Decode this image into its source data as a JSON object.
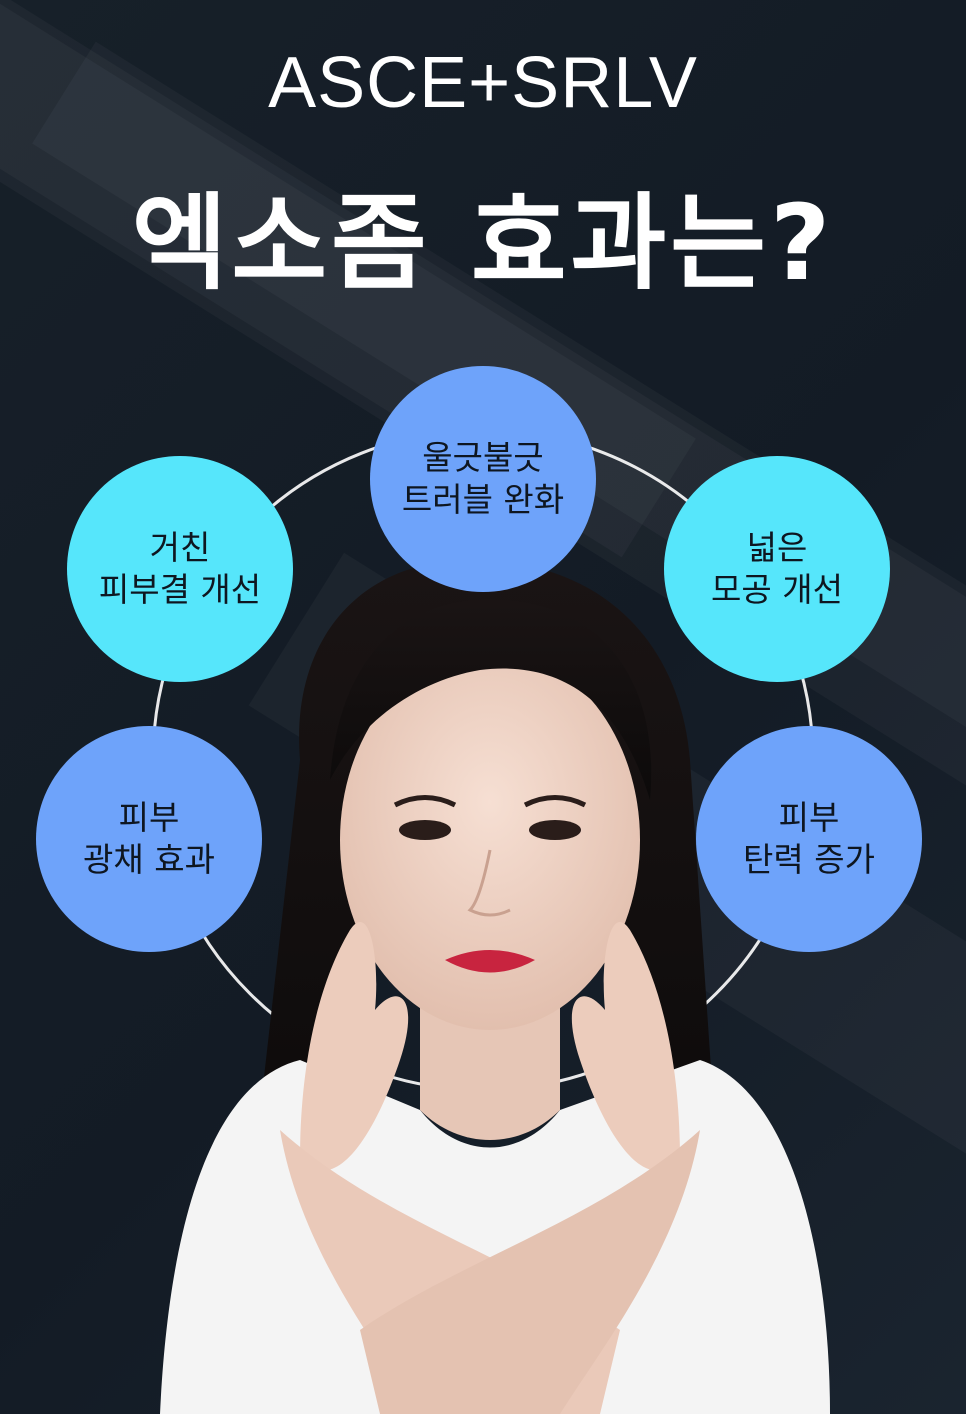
{
  "header": {
    "subtitle": "ASCE+SRLV",
    "title": "엑소좀 효과는?"
  },
  "benefits": [
    {
      "line1": "울긋불긋",
      "line2": "트러블 완화",
      "color": "#6ea3fa"
    },
    {
      "line1": "거친",
      "line2": "피부결 개선",
      "color": "#56e6fb"
    },
    {
      "line1": "넓은",
      "line2": "모공 개선",
      "color": "#56e6fb"
    },
    {
      "line1": "피부",
      "line2": "광채 효과",
      "color": "#6ea3fa"
    },
    {
      "line1": "피부",
      "line2": "탄력 증가",
      "color": "#6ea3fa"
    }
  ],
  "colors": {
    "background": "#141d27",
    "bubble_cyan": "#56e6fb",
    "bubble_blue": "#6ea3fa"
  }
}
